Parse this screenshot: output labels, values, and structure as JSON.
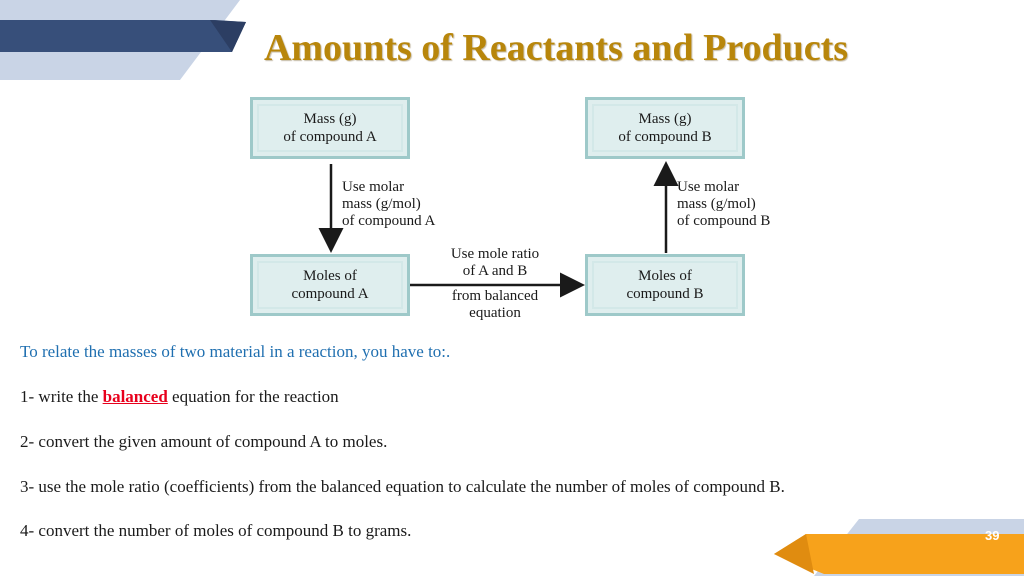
{
  "slide": {
    "title": "Amounts of Reactants and Products",
    "page_number": "39",
    "colors": {
      "title": "#b8860b",
      "intro_text": "#1f6fb0",
      "highlight": "#e8001c",
      "accent_navy": "#374f7a",
      "accent_light": "#c9d4e6",
      "accent_orange": "#f7a21b"
    }
  },
  "diagram": {
    "box_mass_a": "Mass (g)\nof compound A",
    "box_mass_b": "Mass (g)\nof compound B",
    "box_moles_a": "Moles of\ncompound A",
    "box_moles_b": "Moles of\ncompound B",
    "label_molar_a": "Use molar\nmass (g/mol)\nof compound A",
    "label_molar_b": "Use molar\nmass (g/mol)\nof compound B",
    "label_ratio_top": "Use mole ratio\nof A and B",
    "label_ratio_bottom": "from balanced\nequation"
  },
  "text": {
    "intro": "To relate the masses of two material in a reaction, you have to:.",
    "step1_prefix": "1- write the ",
    "step1_highlight": "balanced",
    "step1_suffix": " equation for the reaction",
    "step2": "2- convert the given amount of compound A to moles.",
    "step3": "3- use the mole ratio (coefficients) from the balanced equation to calculate the number of moles of compound B.",
    "step4": "4- convert the number of moles of compound B to grams."
  }
}
